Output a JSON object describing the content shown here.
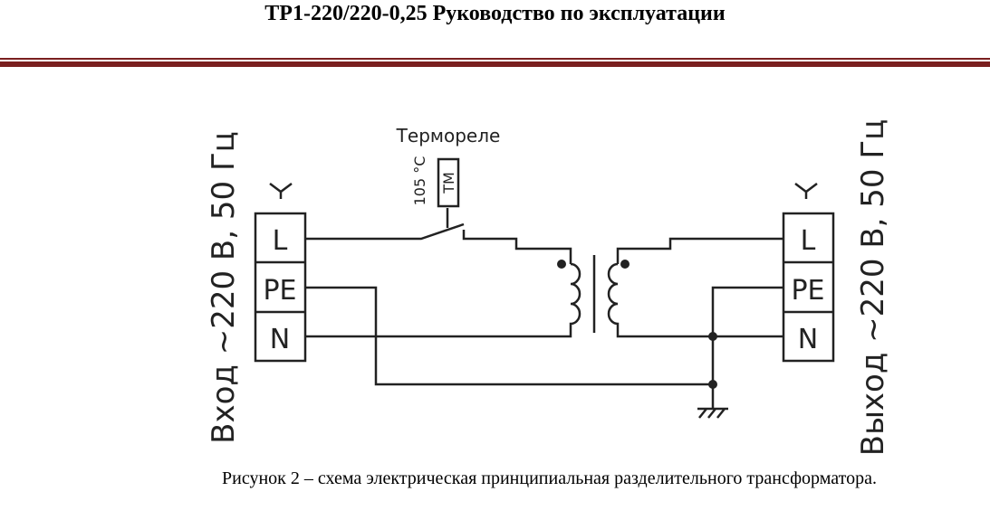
{
  "header": {
    "title": "ТР1-220/220-0,25 Руководство по эксплуатации"
  },
  "diagram": {
    "thermo_relay_label": "Термореле",
    "thermo_temp": "105 °С",
    "thermo_code": "ТМ",
    "input_label": "Вход ~220 В, 50 Гц",
    "output_label": "Выход ~220 В, 50 Гц",
    "input_terminals": [
      "L",
      "PE",
      "N"
    ],
    "output_terminals": [
      "L",
      "PE",
      "N"
    ]
  },
  "caption": "Рисунок 2 – схема электрическая принципиальная разделительного трансформатора."
}
